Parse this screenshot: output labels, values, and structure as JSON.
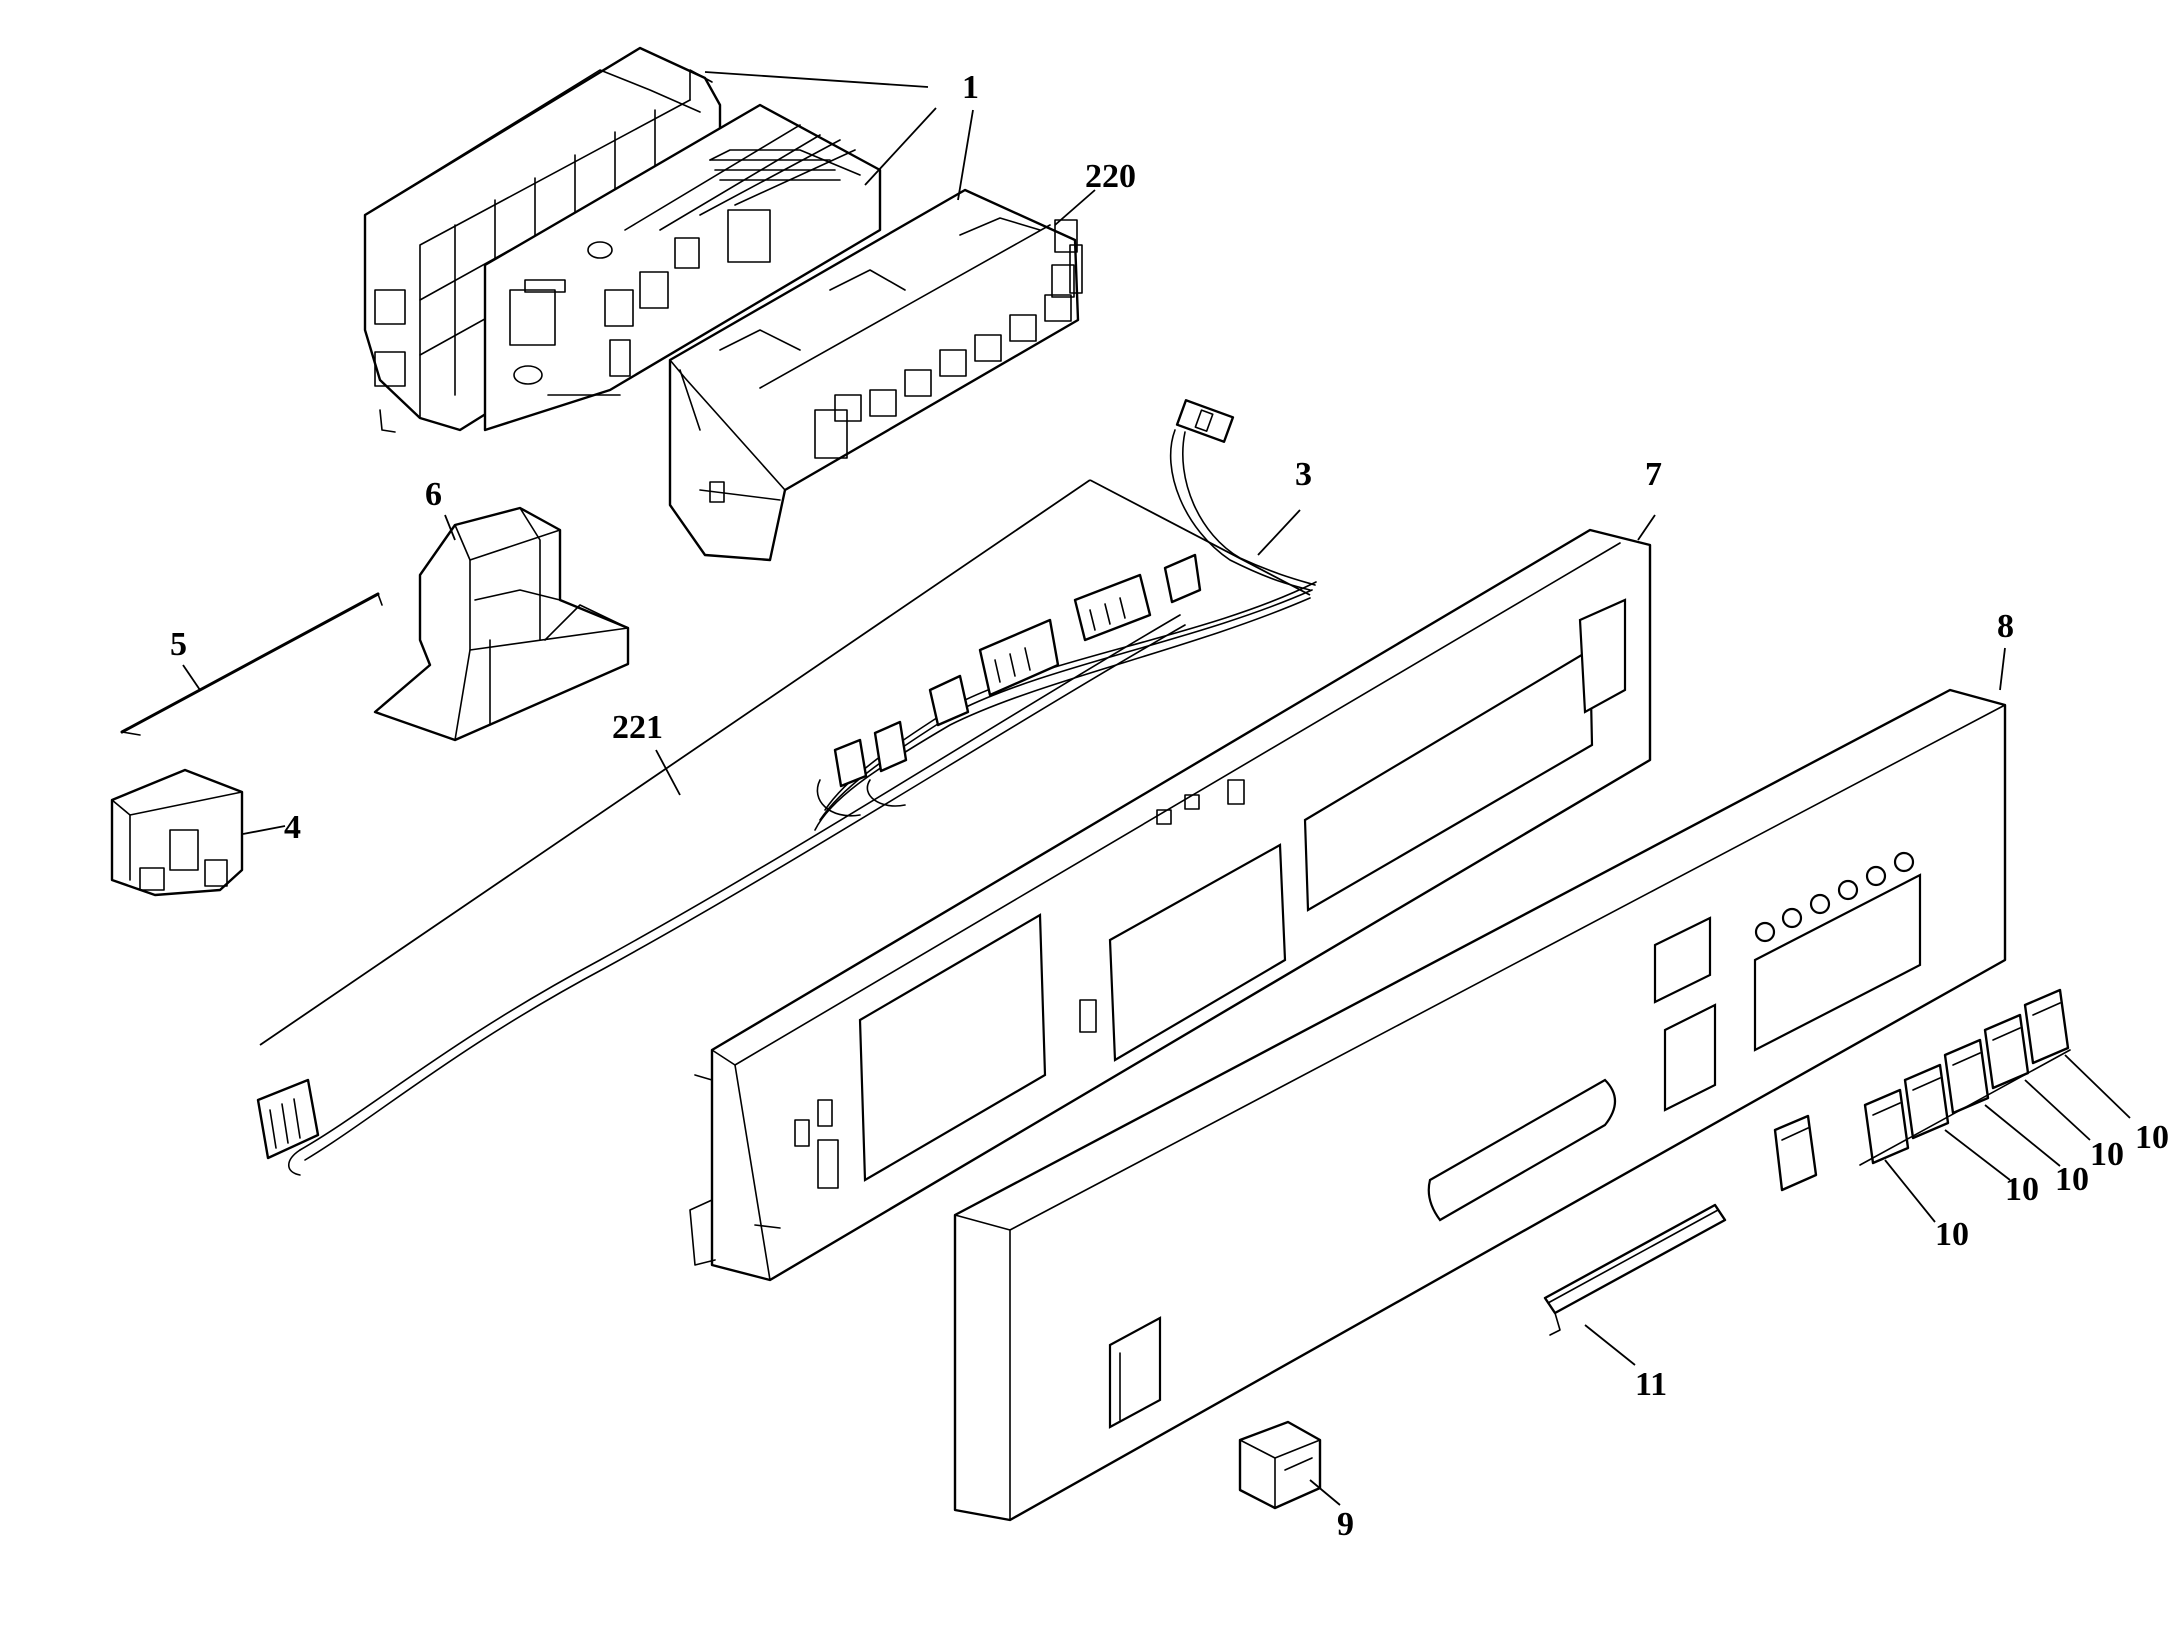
{
  "diagram": {
    "callouts": [
      {
        "id": "c1",
        "text": "1"
      },
      {
        "id": "c220",
        "text": "220"
      },
      {
        "id": "c3",
        "text": "3"
      },
      {
        "id": "c7",
        "text": "7"
      },
      {
        "id": "c6",
        "text": "6"
      },
      {
        "id": "c5",
        "text": "5"
      },
      {
        "id": "c221",
        "text": "221"
      },
      {
        "id": "c4",
        "text": "4"
      },
      {
        "id": "c8",
        "text": "8"
      },
      {
        "id": "c10a",
        "text": "10"
      },
      {
        "id": "c10b",
        "text": "10"
      },
      {
        "id": "c10c",
        "text": "10"
      },
      {
        "id": "c10d",
        "text": "10"
      },
      {
        "id": "c10e",
        "text": "10"
      },
      {
        "id": "c11",
        "text": "11"
      },
      {
        "id": "c9",
        "text": "9"
      }
    ],
    "line_color": "#000000",
    "background": "#ffffff"
  }
}
